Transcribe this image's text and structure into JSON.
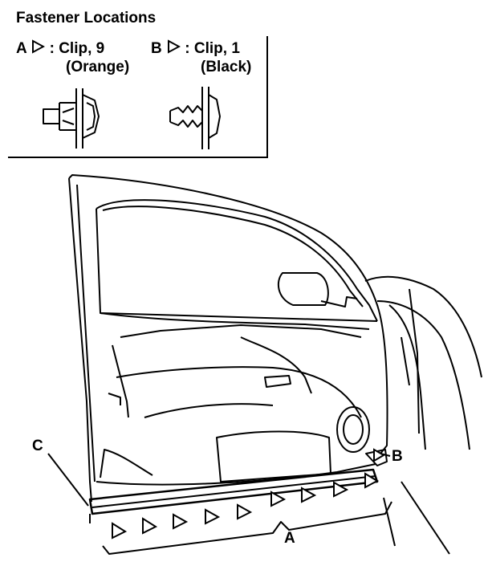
{
  "title": "Fastener Locations",
  "legend": {
    "a": {
      "letter": "A",
      "text": ": Clip, 9",
      "color": "(Orange)"
    },
    "b": {
      "letter": "B",
      "text": ": Clip, 1",
      "color": "(Black)"
    }
  },
  "callouts": {
    "a": "A",
    "b": "B",
    "c": "C"
  },
  "icons": {
    "clip_pointer": "outline-triangle-icon"
  }
}
